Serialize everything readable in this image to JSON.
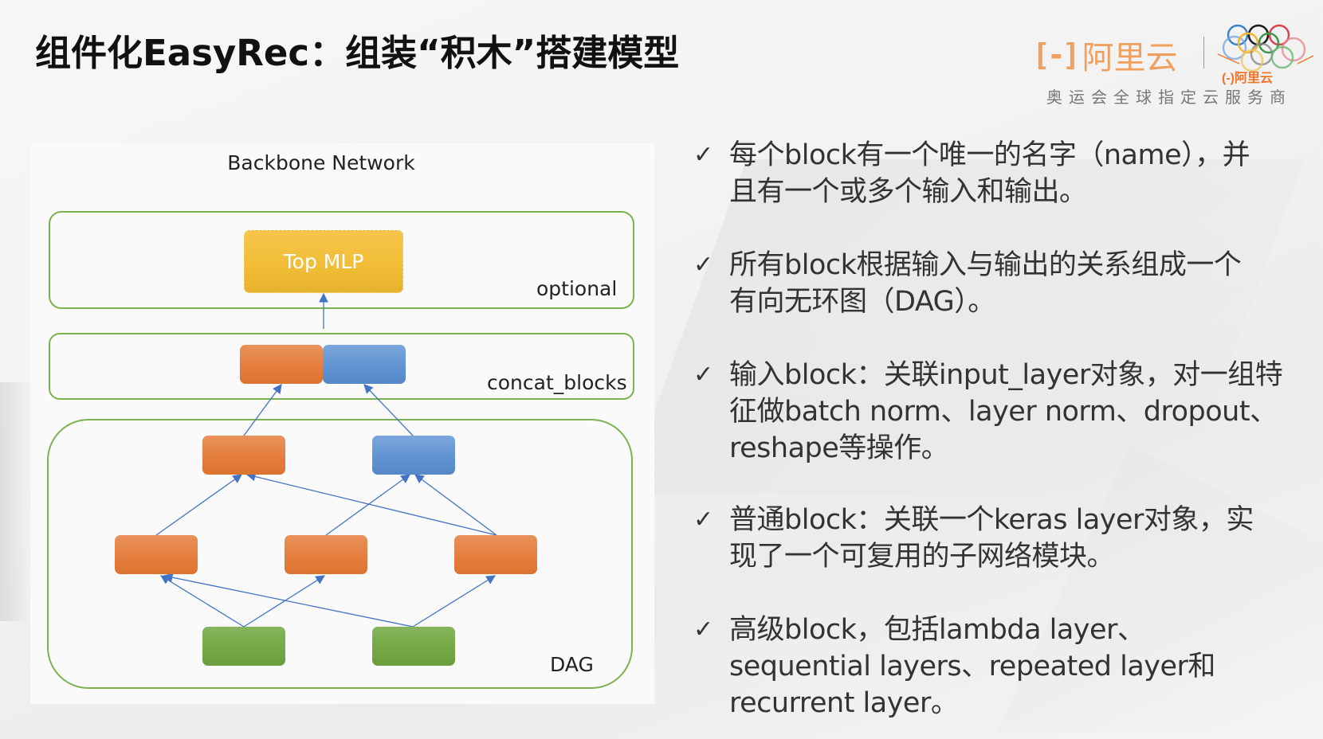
{
  "slide": {
    "title": "组件化EasyRec：组装“积木”搭建模型"
  },
  "logo": {
    "bracket_icon": "aliyun-bracket-icon",
    "brand_name": "阿里云",
    "small_brand": "(-)阿里云",
    "tagline": "奥运会全球指定云服务商",
    "rings_icon": "olympic-rings-icon",
    "ring_colors": [
      "#3e82c4",
      "#1a1a1a",
      "#d9434c",
      "#f2b632",
      "#3a9a4a"
    ],
    "brand_color": "#f0a05e"
  },
  "diagram": {
    "title": "Backbone Network",
    "groups": {
      "optional": "optional",
      "concat": "concat_blocks",
      "dag": "DAG"
    },
    "top_mlp_label": "Top MLP",
    "colors": {
      "group_border": "#7cb151",
      "edge": "#4472c4",
      "orange": "#e57c3c",
      "blue": "#5f92d2",
      "green": "#73a844",
      "yellow": "#f1bd36"
    },
    "nodes": [
      {
        "id": "concat-orange",
        "color": "orange",
        "layer": "concat"
      },
      {
        "id": "concat-blue",
        "color": "blue",
        "layer": "concat"
      },
      {
        "id": "dag-l1-orange",
        "color": "orange",
        "layer": "dag-1"
      },
      {
        "id": "dag-l1-blue",
        "color": "blue",
        "layer": "dag-1"
      },
      {
        "id": "dag-l2-left",
        "color": "orange",
        "layer": "dag-2"
      },
      {
        "id": "dag-l2-middle",
        "color": "orange",
        "layer": "dag-2"
      },
      {
        "id": "dag-l2-right",
        "color": "orange",
        "layer": "dag-2"
      },
      {
        "id": "dag-input-left",
        "color": "green",
        "layer": "dag-input"
      },
      {
        "id": "dag-input-right",
        "color": "green",
        "layer": "dag-input"
      }
    ],
    "edges": [
      {
        "from": "concat",
        "to": "top-mlp"
      },
      {
        "from": "dag-l1-orange",
        "to": "concat-orange"
      },
      {
        "from": "dag-l1-blue",
        "to": "concat-blue"
      },
      {
        "from": "dag-l2-left",
        "to": "dag-l1-orange"
      },
      {
        "from": "dag-l2-right",
        "to": "dag-l1-orange"
      },
      {
        "from": "dag-l2-middle",
        "to": "dag-l1-blue"
      },
      {
        "from": "dag-l2-right",
        "to": "dag-l1-blue"
      },
      {
        "from": "dag-input-left",
        "to": "dag-l2-left"
      },
      {
        "from": "dag-input-left",
        "to": "dag-l2-middle"
      },
      {
        "from": "dag-input-right",
        "to": "dag-l2-left"
      },
      {
        "from": "dag-input-right",
        "to": "dag-l2-right"
      }
    ]
  },
  "bullets": {
    "check_icon": "check-icon",
    "check_glyph": "✓",
    "items": [
      {
        "lines": [
          "每个block有一个唯一的名字（name），并",
          "且有一个或多个输入和输出。"
        ]
      },
      {
        "lines": [
          "所有block根据输入与输出的关系组成一个",
          "有向无环图（DAG）。"
        ]
      },
      {
        "lines": [
          "输入block：关联input_layer对象，对一组特",
          "征做batch norm、layer norm、dropout、",
          "reshape等操作。"
        ]
      },
      {
        "lines": [
          "普通block：关联一个keras layer对象，实",
          "现了一个可复用的子网络模块。"
        ]
      },
      {
        "lines": [
          "高级block，包括lambda layer、",
          "sequential layers、repeated layer和",
          "recurrent layer。"
        ]
      }
    ]
  }
}
